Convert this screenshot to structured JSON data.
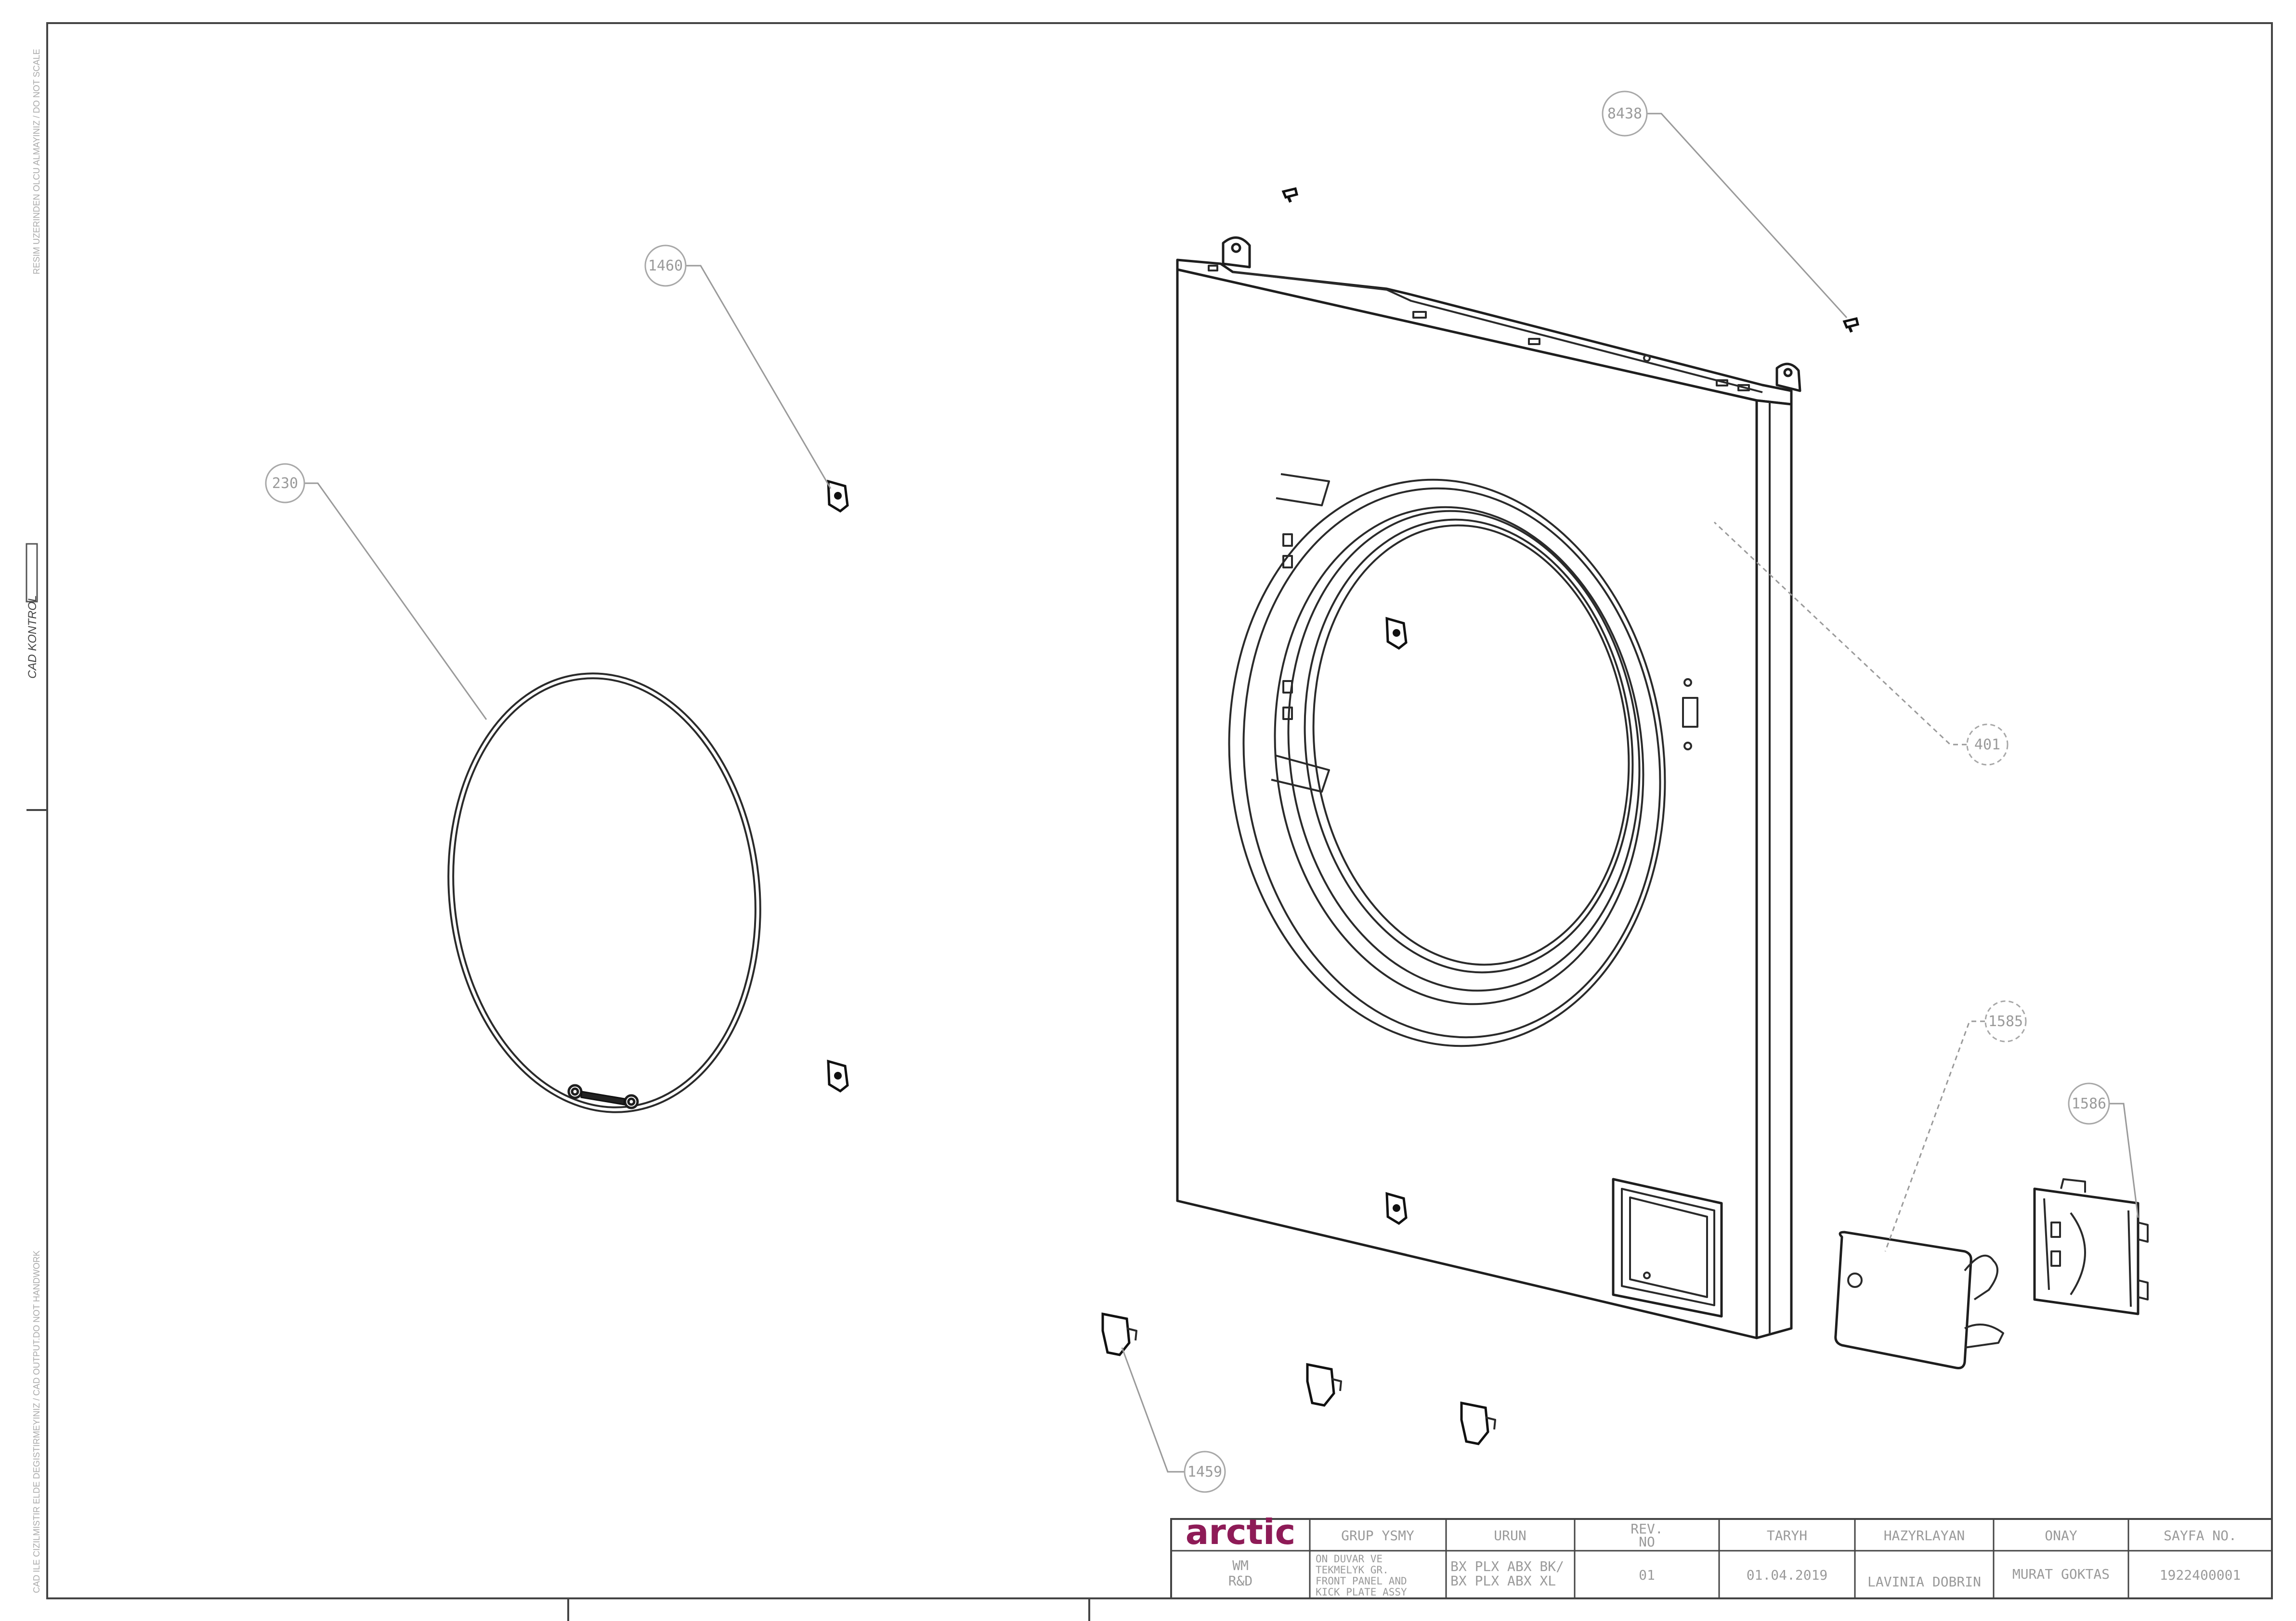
{
  "border_notes": {
    "top_left": "RESIM UZERINDEN OLCU ALMAYINIZ / DO NOT SCALE",
    "cad_kontrol": "CAD KONTROL",
    "bottom_left": "CAD ILE CIZILMISTIR ELDE DEGISTIRMEYINIZ / CAD OUTPUT.DO NOT HANDWORK"
  },
  "balloons": [
    {
      "id": "b8438",
      "text": "8438"
    },
    {
      "id": "b1460",
      "text": "1460"
    },
    {
      "id": "b230",
      "text": "230"
    },
    {
      "id": "b401",
      "text": "401"
    },
    {
      "id": "b1585",
      "text": "1585"
    },
    {
      "id": "b1586",
      "text": "1586"
    },
    {
      "id": "b1459",
      "text": "1459"
    }
  ],
  "title_block": {
    "logo": "arctic",
    "dept": [
      "WM",
      "R&D"
    ],
    "headers": {
      "group_name": "GRUP YSMY",
      "product": "URUN",
      "rev_no": [
        "REV.",
        "NO"
      ],
      "date": "TARYH",
      "prepared_by": "HAZYRLAYAN",
      "approval": "ONAY",
      "page_no": "SAYFA NO."
    },
    "values": {
      "group_name": [
        "ON DUVAR VE",
        "TEKMELYK GR.",
        "FRONT PANEL AND",
        "KICK PLATE ASSY"
      ],
      "product": [
        "BX PLX ABX BK/",
        "BX PLX ABX XL"
      ],
      "rev_no": "01",
      "date": "01.04.2019",
      "prepared_by": "LAVINIA DOBRIN",
      "approval": "MURAT GOKTAS",
      "page_no": "1922400001"
    }
  }
}
